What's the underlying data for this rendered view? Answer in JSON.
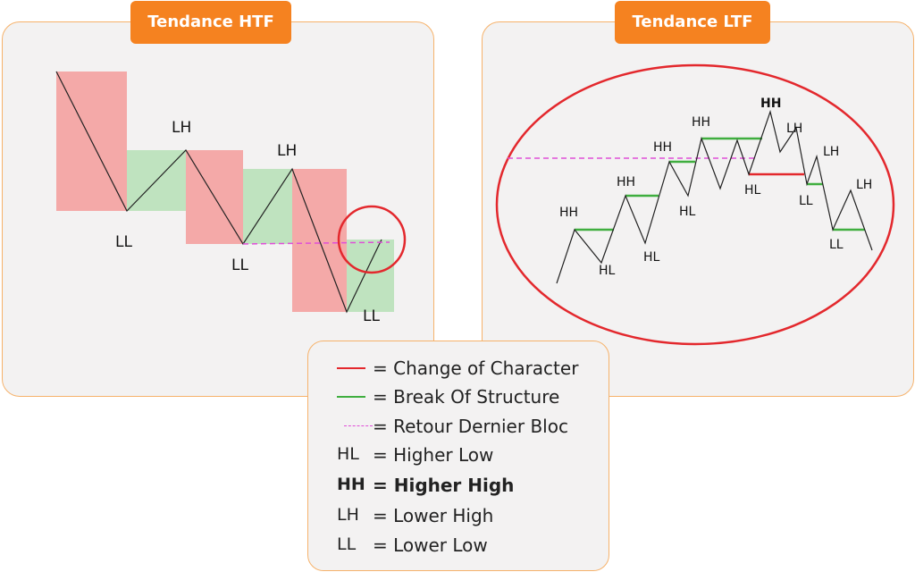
{
  "htf": {
    "title": "Tendance HTF",
    "labels": [
      "LH",
      "LH",
      "LL",
      "LL",
      "LL"
    ]
  },
  "ltf": {
    "title": "Tendance LTF",
    "labels": [
      "HH",
      "HH",
      "HH",
      "HH",
      "HH",
      "LH",
      "LH",
      "LH",
      "HL",
      "HL",
      "HL",
      "HL",
      "LL",
      "LL"
    ]
  },
  "legend": [
    {
      "symbol": "red-line",
      "text": "= Change of Character"
    },
    {
      "symbol": "green-line",
      "text": "= Break Of Structure"
    },
    {
      "symbol": "magenta-dash",
      "text": "= Retour Dernier Bloc"
    },
    {
      "abbr": "HL",
      "text": "= Higher Low"
    },
    {
      "abbr": "HH",
      "text": "= Higher High",
      "bold": true
    },
    {
      "abbr": "LH",
      "text": "= Lower High"
    },
    {
      "abbr": "LL",
      "text": "= Lower Low"
    }
  ],
  "colors": {
    "accent": "#f58220",
    "panel_border": "#f6b26b",
    "bearish_block": "#f4a9a8",
    "bullish_block": "#bfe3bf",
    "choch": "#e3282d",
    "bos": "#3fae3f",
    "retour": "#e04fd8"
  }
}
